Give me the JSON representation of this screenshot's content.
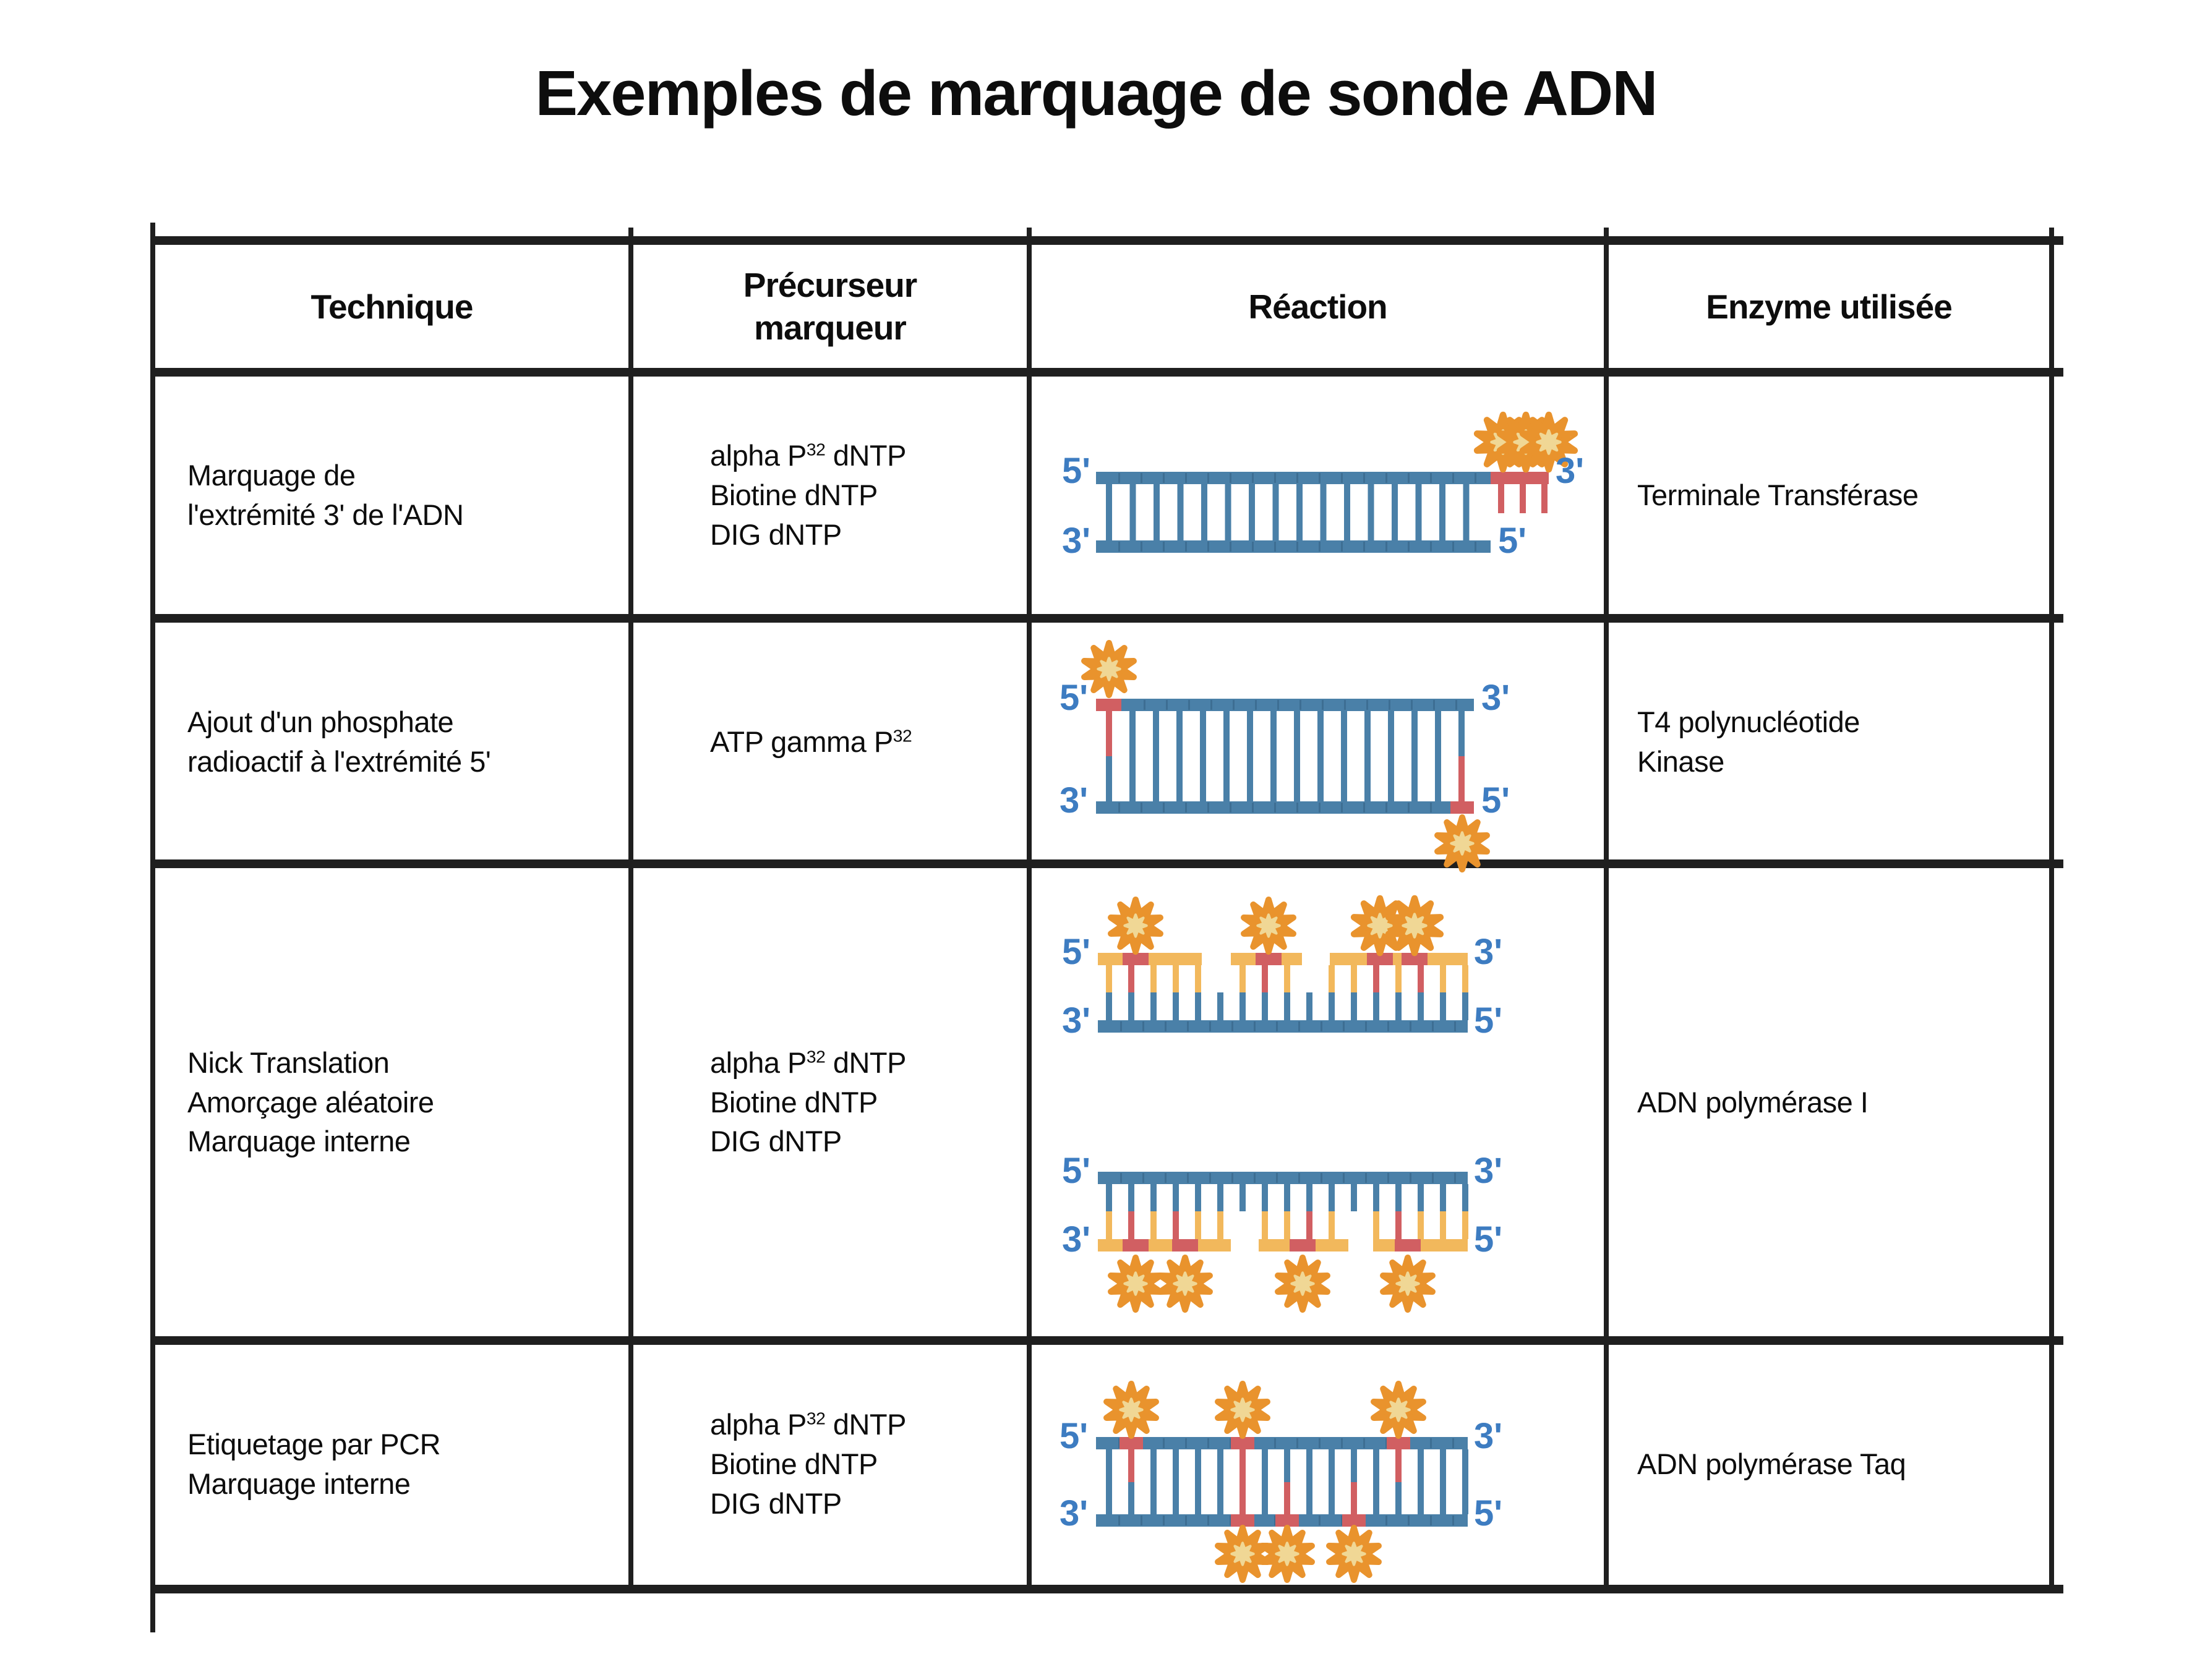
{
  "title": "Exemples de marquage de sonde ADN",
  "colors": {
    "strand_blue": "#4a80a8",
    "label_blue": "#3d7cc1",
    "accent_red": "#d15f62",
    "star_orange": "#e9932d",
    "star_center": "#f0d795",
    "segment_yellow": "#f2b85c",
    "border_dark": "#1f1f1f",
    "text": "#0d0d0d"
  },
  "diagram_labels": {
    "five_prime": "5'",
    "three_prime": "3'"
  },
  "table": {
    "headers": [
      [
        "Technique"
      ],
      [
        "Précurseur",
        "marqueur"
      ],
      [
        "Réaction"
      ],
      [
        "Enzyme utilisée"
      ]
    ],
    "rows": [
      {
        "technique": [
          "Marquage de",
          "l'extrémité 3' de l'ADN"
        ],
        "precursor": [
          {
            "pre": "alpha P",
            "sup": "32",
            "post": " dNTP"
          },
          {
            "pre": "Biotine dNTP",
            "sup": "",
            "post": ""
          },
          {
            "pre": "DIG dNTP",
            "sup": "",
            "post": ""
          }
        ],
        "enzyme": [
          "Terminale Transférase"
        ]
      },
      {
        "technique": [
          "Ajout d'un phosphate",
          "radioactif à l'extrémité 5'"
        ],
        "precursor": [
          {
            "pre": "ATP gamma P",
            "sup": "32",
            "post": ""
          }
        ],
        "enzyme": [
          "T4 polynucléotide",
          "Kinase"
        ]
      },
      {
        "technique": [
          "Nick Translation",
          "Amorçage aléatoire",
          "Marquage interne"
        ],
        "precursor": [
          {
            "pre": "alpha P",
            "sup": "32",
            "post": " dNTP"
          },
          {
            "pre": "Biotine dNTP",
            "sup": "",
            "post": ""
          },
          {
            "pre": "DIG dNTP",
            "sup": "",
            "post": ""
          }
        ],
        "enzyme": [
          "ADN polymérase I"
        ]
      },
      {
        "technique": [
          "Etiquetage par PCR",
          "Marquage interne"
        ],
        "precursor": [
          {
            "pre": "alpha P",
            "sup": "32",
            "post": " dNTP"
          },
          {
            "pre": "Biotine dNTP",
            "sup": "",
            "post": ""
          },
          {
            "pre": "DIG dNTP",
            "sup": "",
            "post": ""
          }
        ],
        "enzyme": [
          "ADN polymérase Taq"
        ]
      }
    ]
  }
}
